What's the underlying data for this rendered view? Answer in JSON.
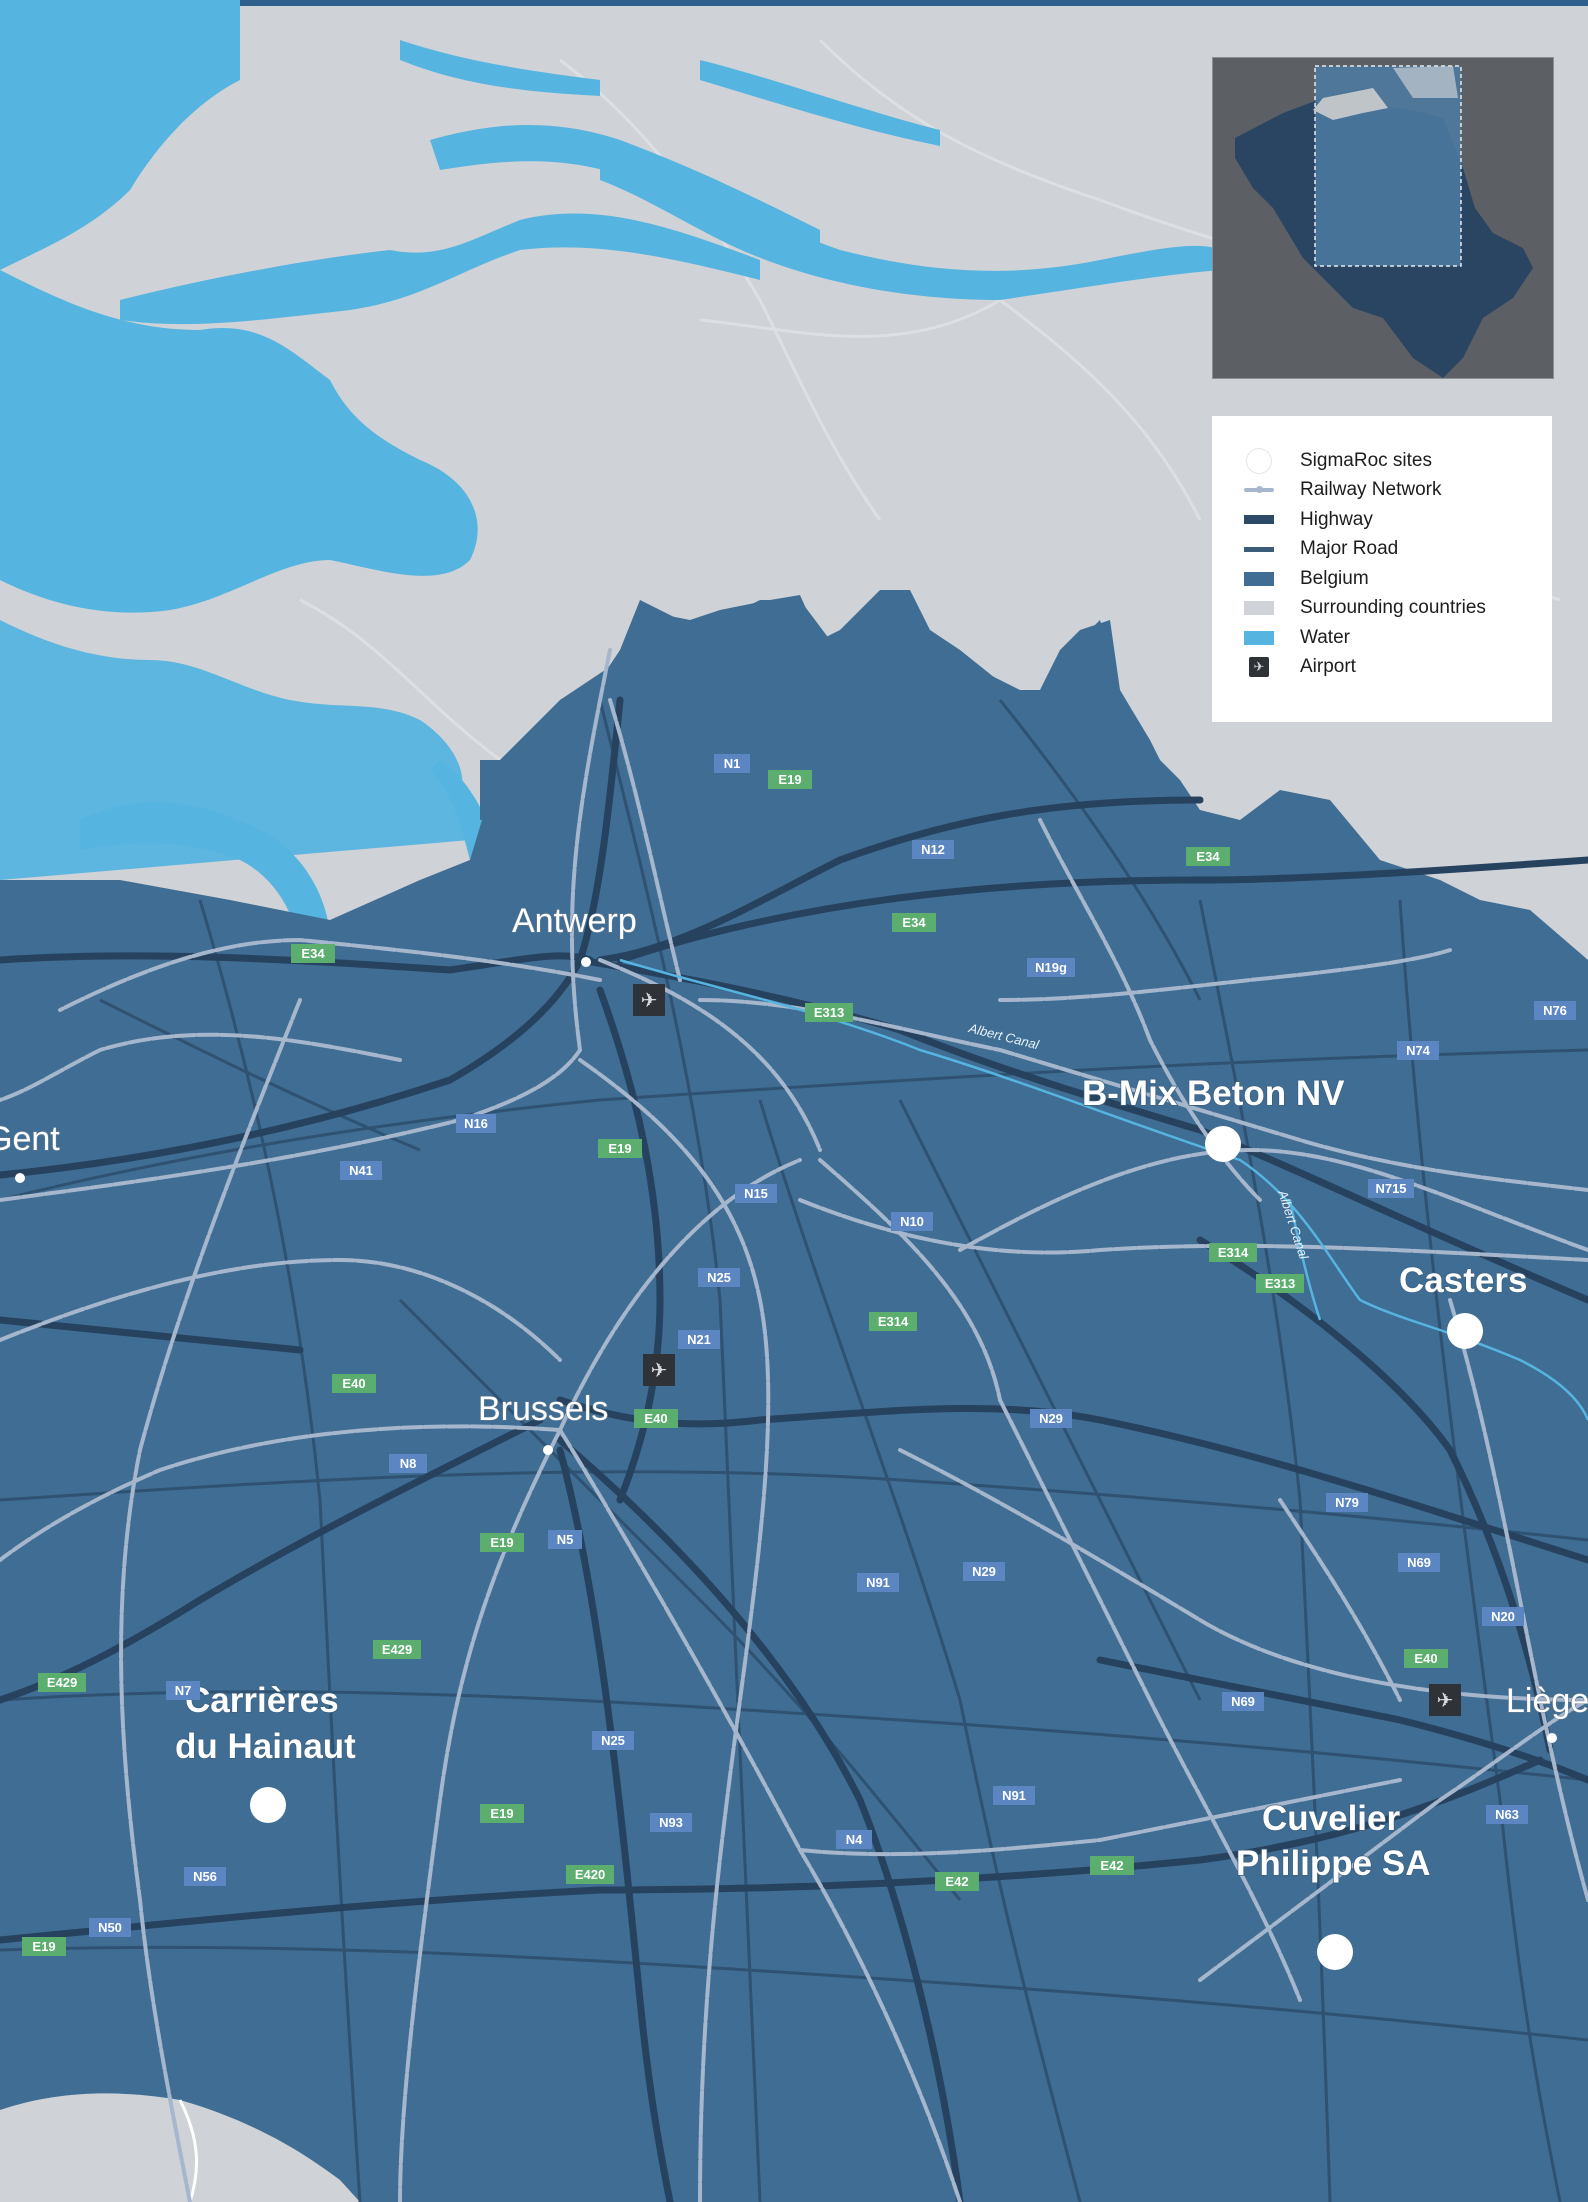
{
  "cities": {
    "antwerp": "Antwerp",
    "brussels": "Brussels",
    "gent": "Gent",
    "liege": "Liège"
  },
  "sites": {
    "bmix": "B-Mix Beton NV",
    "casters": "Casters",
    "hainaut_line1": "Carrières",
    "hainaut_line2": "du Hainaut",
    "cuvelier_line1": "Cuvelier",
    "cuvelier_line2": "Philippe SA"
  },
  "canals": {
    "albert1": "Albert Canal",
    "albert2": "Albert Canal"
  },
  "road_labels": {
    "r1": "N1",
    "r2": "E19",
    "r3": "N12",
    "r4": "E34",
    "r5": "E34",
    "r6": "E34",
    "r7": "N19g",
    "r8": "N76",
    "r9": "E313",
    "r10": "N74",
    "r11": "N16",
    "r12": "N41",
    "r13": "E19",
    "r14": "N15",
    "r15": "N10",
    "r16": "N715",
    "r17": "E314",
    "r18": "E313",
    "r19": "N25",
    "r20": "E314",
    "r21": "N21",
    "r22": "E40",
    "r23": "E40",
    "r24": "N8",
    "r25": "N29",
    "r26": "N79",
    "r27": "E19",
    "r28": "N5",
    "r29": "N91",
    "r30": "N29",
    "r31": "N69",
    "r32": "N20",
    "r33": "E429",
    "r34": "E429",
    "r35": "N7",
    "r36": "E40",
    "r37": "N69",
    "r38": "N25",
    "r39": "N91",
    "r40": "N63",
    "r41": "E19",
    "r42": "N93",
    "r43": "N4",
    "r44": "N56",
    "r45": "E420",
    "r46": "E42",
    "r47": "E42",
    "r48": "N50",
    "r49": "E19"
  },
  "legend": {
    "items": [
      {
        "label": "SigmaRoc sites",
        "icon": "site-dot-icon"
      },
      {
        "label": "Railway Network",
        "icon": "railway-icon"
      },
      {
        "label": "Highway",
        "icon": "highway-icon"
      },
      {
        "label": "Major Road",
        "icon": "major-road-icon"
      },
      {
        "label": "Belgium",
        "icon": "belgium-swatch-icon"
      },
      {
        "label": "Surrounding countries",
        "icon": "surrounding-swatch-icon"
      },
      {
        "label": "Water",
        "icon": "water-swatch-icon"
      },
      {
        "label": "Airport",
        "icon": "airport-icon"
      }
    ]
  },
  "colors": {
    "belgium": "#3f6d93",
    "surrounding": "#cfd2d6",
    "water": "#56b4e0",
    "highway": "#2c4a68",
    "major_road": "#3a5b79",
    "railway": "#a6b6cc",
    "national_road_label": "#5b86c2",
    "european_road_label": "#5cae6e"
  }
}
